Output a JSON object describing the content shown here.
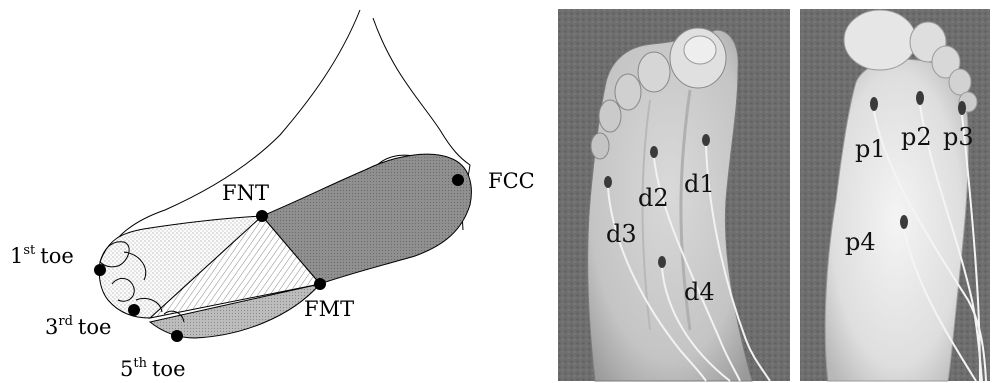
{
  "diagram": {
    "landmarks": [
      {
        "id": "fnt",
        "label": "FNT"
      },
      {
        "id": "fcc",
        "label": "FCC"
      },
      {
        "id": "fmt",
        "label": "FMT"
      }
    ],
    "toes": [
      {
        "id": "toe1",
        "num": "1",
        "sup": "st",
        "word": "toe"
      },
      {
        "id": "toe3",
        "num": "3",
        "sup": "rd",
        "word": "toe"
      },
      {
        "id": "toe5",
        "num": "5",
        "sup": "th",
        "word": "toe"
      }
    ]
  },
  "dorsal_photo": {
    "electrodes": [
      "d1",
      "d2",
      "d3",
      "d4"
    ]
  },
  "plantar_photo": {
    "electrodes": [
      "p1",
      "p2",
      "p3",
      "p4"
    ]
  }
}
